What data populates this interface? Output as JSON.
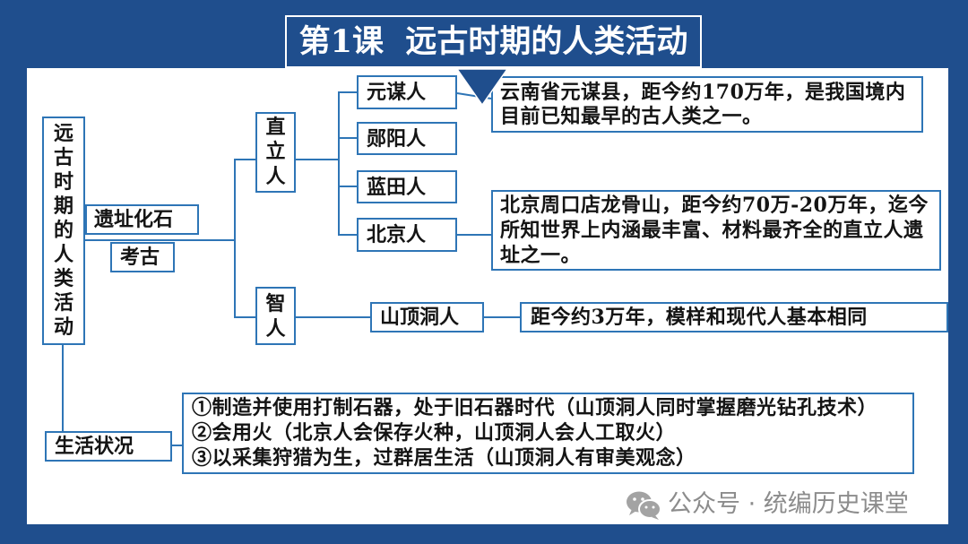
{
  "colors": {
    "background": "#1f4e8d",
    "panel": "#ffffff",
    "border": "#2e75b6",
    "text": "#141414",
    "title_text": "#ffffff",
    "watermark": "#8c8c8c"
  },
  "title": "第1课  远古时期的人类活动",
  "root": {
    "label": "远古时期的人类活动"
  },
  "sources": {
    "fossils": "遗址化石",
    "archaeology": "考古"
  },
  "branches": [
    {
      "label": "直立人",
      "species": [
        {
          "name": "元谋人",
          "description": [
            "云南省元谋县，距今约170万年，是我国境内",
            "目前已知最早的古人类之一。"
          ]
        },
        {
          "name": "郧阳人"
        },
        {
          "name": "蓝田人"
        },
        {
          "name": "北京人",
          "description": [
            "北京周口店龙骨山，距今约70万-20万年，迄今",
            "所知世界上内涵最丰富、材料最齐全的直立人遗",
            "址之一。"
          ]
        }
      ]
    },
    {
      "label": "智人",
      "species": [
        {
          "name": "山顶洞人",
          "description": [
            "距今约3万年，模样和现代人基本相同"
          ]
        }
      ]
    }
  ],
  "life": {
    "label": "生活状况",
    "items": [
      "①制造并使用打制石器，处于旧石器时代（山顶洞人同时掌握磨光钻孔技术）",
      "②会用火（北京人会保存火种，山顶洞人会人工取火）",
      "③以采集狩猎为生，过群居生活（山顶洞人有审美观念）"
    ]
  },
  "watermark": {
    "icon": "wechat-icon",
    "text": "公众号 · 统编历史课堂"
  }
}
